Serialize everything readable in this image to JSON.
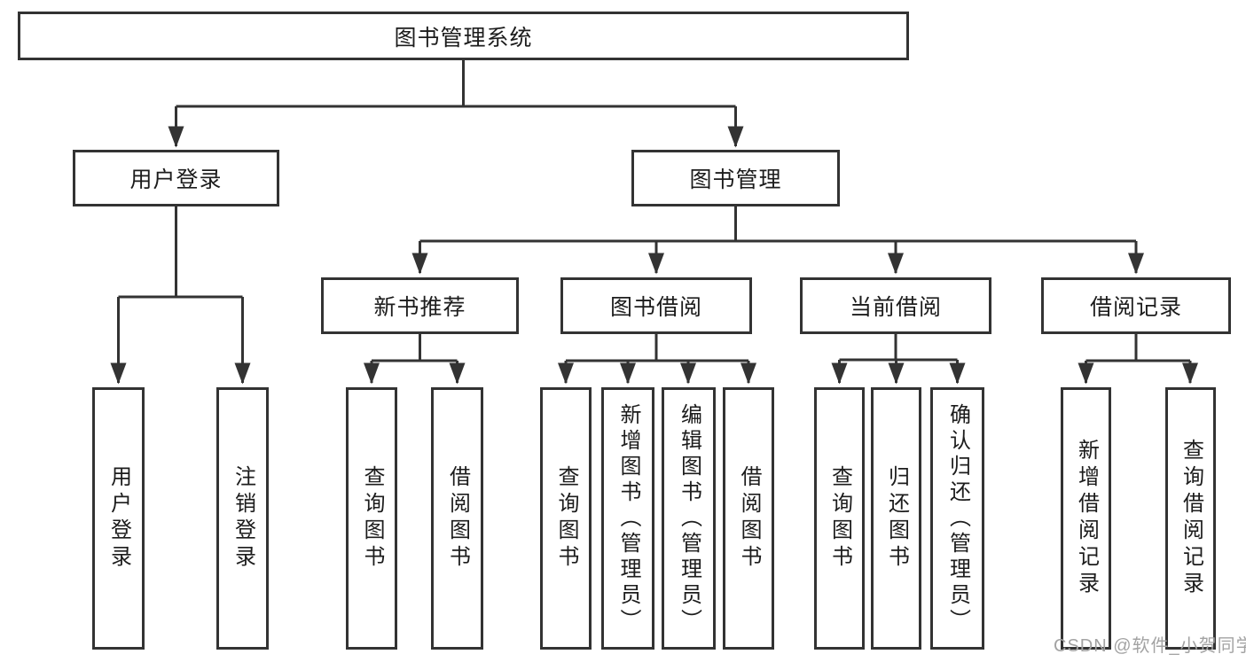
{
  "diagram": {
    "title": "图书管理系统",
    "nodes": {
      "root": {
        "label": "图书管理系统"
      },
      "level2": [
        {
          "key": "user-login",
          "label": "用户登录"
        },
        {
          "key": "book-management",
          "label": "图书管理"
        }
      ],
      "level3": [
        {
          "key": "new-book-recommend",
          "label": "新书推荐",
          "parent": "图书管理"
        },
        {
          "key": "book-borrowing",
          "label": "图书借阅",
          "parent": "图书管理"
        },
        {
          "key": "current-borrowing",
          "label": "当前借阅",
          "parent": "图书管理"
        },
        {
          "key": "borrowing-records",
          "label": "借阅记录",
          "parent": "图书管理"
        }
      ],
      "leaves": [
        {
          "key": "user-login",
          "label": "用户登录",
          "parent": "用户登录"
        },
        {
          "key": "logout",
          "label": "注销登录",
          "parent": "用户登录"
        },
        {
          "key": "query-books",
          "label": "查询图书",
          "parent": "新书推荐"
        },
        {
          "key": "borrow-books",
          "label": "借阅图书",
          "parent": "新书推荐"
        },
        {
          "key": "query-books",
          "label": "查询图书",
          "parent": "图书借阅"
        },
        {
          "key": "add-books-admin",
          "label": "新增图书（管理员）",
          "parent": "图书借阅"
        },
        {
          "key": "edit-books-admin",
          "label": "编辑图书（管理员）",
          "parent": "图书借阅"
        },
        {
          "key": "borrow-books",
          "label": "借阅图书",
          "parent": "图书借阅"
        },
        {
          "key": "query-books",
          "label": "查询图书",
          "parent": "当前借阅"
        },
        {
          "key": "return-books",
          "label": "归还图书",
          "parent": "当前借阅"
        },
        {
          "key": "confirm-return-admin",
          "label": "确认归还（管理员）",
          "parent": "当前借阅"
        },
        {
          "key": "add-borrow-record",
          "label": "新增借阅记录",
          "parent": "借阅记录"
        },
        {
          "key": "query-borrow-record",
          "label": "查询借阅记录",
          "parent": "借阅记录"
        }
      ]
    },
    "colors": {
      "line": "#333333",
      "text": "#1c1c1c",
      "background": "#ffffff",
      "watermark": "#a3a3a3"
    }
  },
  "watermark": {
    "text": "CSDN @软件_小贺同学"
  }
}
